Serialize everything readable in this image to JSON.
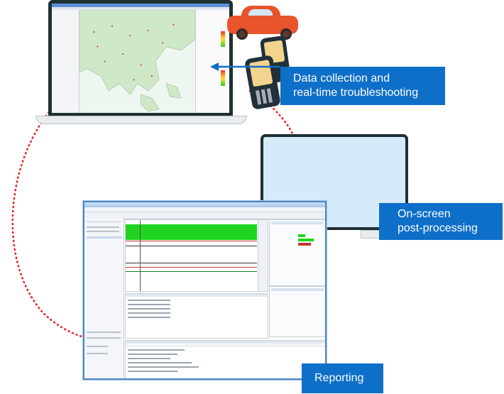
{
  "callouts": {
    "data_collection": [
      "Data collection and",
      "real-time troubleshooting"
    ],
    "post_processing": [
      "On-screen",
      "post-processing"
    ],
    "reporting": "Reporting"
  },
  "colors": {
    "callout_blue": "#0e6fc8",
    "dotted_link": "#e8262b",
    "device_frame": "#1f2f33",
    "car": "#e8542c",
    "phone_screen": "#f4d48c",
    "green_signal": "#1fd41f"
  },
  "icons": [
    "laptop-icon",
    "monitor-icon",
    "car-icon",
    "phone-icon",
    "report-window-icon"
  ]
}
